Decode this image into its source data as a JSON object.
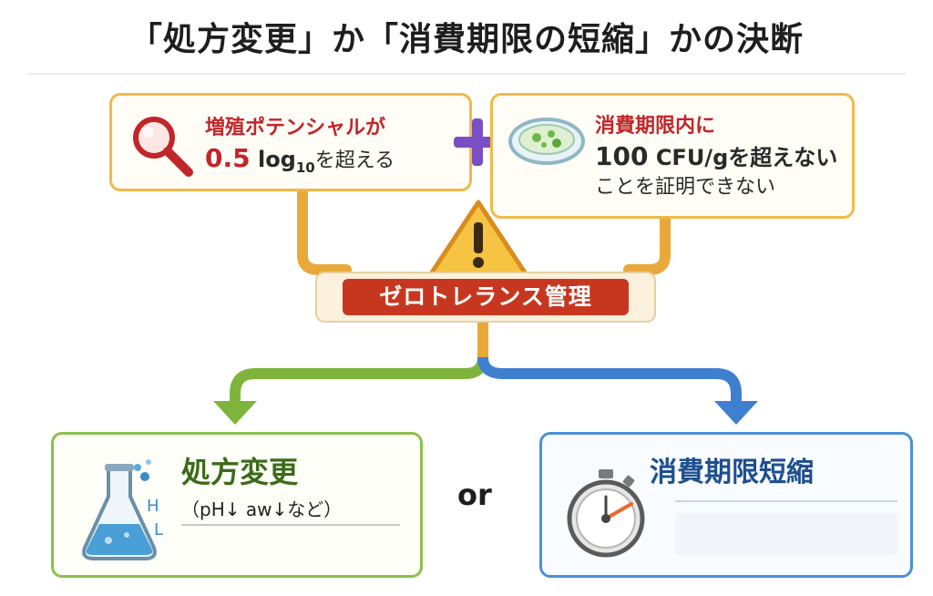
{
  "title": "「処方変更」か「消費期限の短縮」かの決断",
  "condition_left": {
    "line1": "増殖ポテンシャルが",
    "value": "0.5",
    "unit_base": "log",
    "unit_sub": "10",
    "line2_suffix": "を超える"
  },
  "condition_right": {
    "line1": "消費期限内に",
    "value": "100",
    "unit": "CFU/g",
    "line2_suffix": "を超えない",
    "line3": "ことを証明できない"
  },
  "center_label": "ゼロトレランス管理",
  "option_left": {
    "title": "処方変更",
    "subtitle": "（pH↓ aw↓など）",
    "flask_letters": [
      "H",
      "L"
    ]
  },
  "connector_text": "or",
  "option_right": {
    "title": "消費期限短縮"
  },
  "colors": {
    "condition_border": "#f0b94a",
    "highlight_red": "#c0262a",
    "plus_purple": "#7b4fc4",
    "warning_yellow": "#f6c343",
    "zero_tolerance_red": "#c7371f",
    "branch_green": "#7fb43c",
    "branch_blue": "#3f7fcf"
  },
  "icons": {
    "condition_left": "magnifier-icon",
    "condition_right": "petri-dish-icon",
    "join": "plus-icon",
    "alert": "warning-icon",
    "option_left": "flask-icon",
    "option_right": "stopwatch-icon"
  }
}
